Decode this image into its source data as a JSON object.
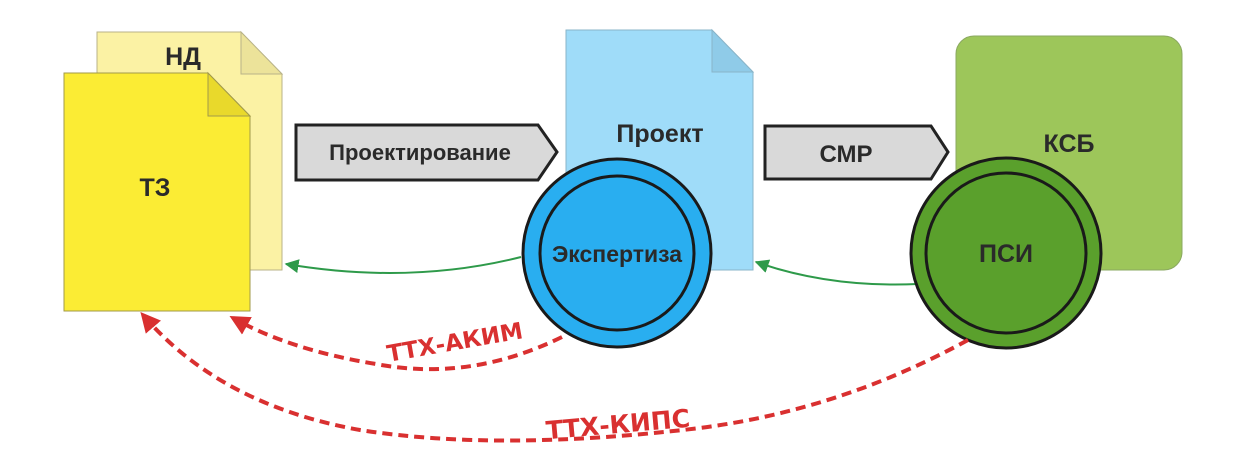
{
  "documents": {
    "nd": {
      "label": "НД"
    },
    "tz": {
      "label": "ТЗ"
    },
    "project": {
      "label": "Проект"
    },
    "ksb": {
      "label": "КСБ"
    }
  },
  "arrows": {
    "design": {
      "label": "Проектирование"
    },
    "smr": {
      "label": "СМР"
    }
  },
  "circles": {
    "expertise": {
      "label": "Экспертиза"
    },
    "psi": {
      "label": "ПСИ"
    }
  },
  "feedback": {
    "tth_akim": {
      "label": "ТТХ-АКИМ"
    },
    "tth_kips": {
      "label": "ТТХ-КИПС"
    }
  },
  "colors": {
    "nd_fill": "#fbf2a4",
    "tz_fill": "#fbec34",
    "project_fill": "#9fdcf9",
    "ksb_fill": "#9dc65a",
    "arrow_fill": "#d9d9d9",
    "expertise_fill": "#29aef0",
    "psi_fill": "#5aa02c",
    "feedback_red": "#d93030",
    "feedback_green": "#2e9a4a"
  }
}
